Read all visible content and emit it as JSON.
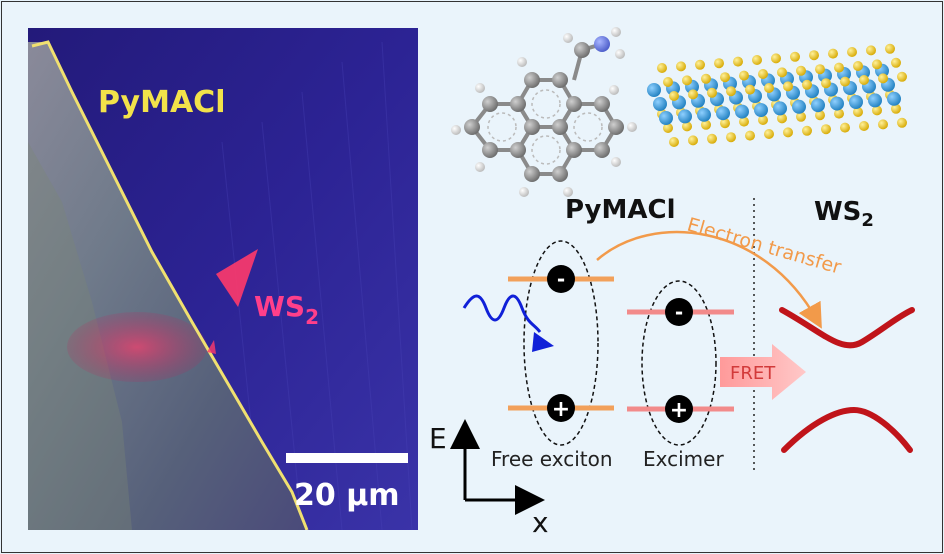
{
  "micrograph": {
    "material_label": "PyMACl",
    "flake_label_main": "WS",
    "flake_label_sub": "2",
    "scale_bar_label": "20 µm"
  },
  "diagram": {
    "left_header": "PyMACl",
    "right_header_main": "WS",
    "right_header_sub": "2",
    "electron_transfer_label": "Electron transfer",
    "fret_label": "FRET",
    "free_exciton_label": "Free exciton",
    "excimer_label": "Excimer",
    "energy_axis_label": "E",
    "position_axis_label": "x",
    "minus_symbol": "-",
    "plus_symbol": "+"
  },
  "colors": {
    "background": "#eaf4fb",
    "micrograph_blue": "#2a1f8a",
    "pymacl_label": "#f2e24a",
    "ws2_label": "#ff3f8a",
    "orange_level": "#f2a05a",
    "pink_level": "#f28a8a",
    "ws2_band": "#c0141a",
    "photon_wave": "#1020d8",
    "fret_arrow": "#ffb3b3",
    "electron_arrow": "#f29a4a"
  }
}
